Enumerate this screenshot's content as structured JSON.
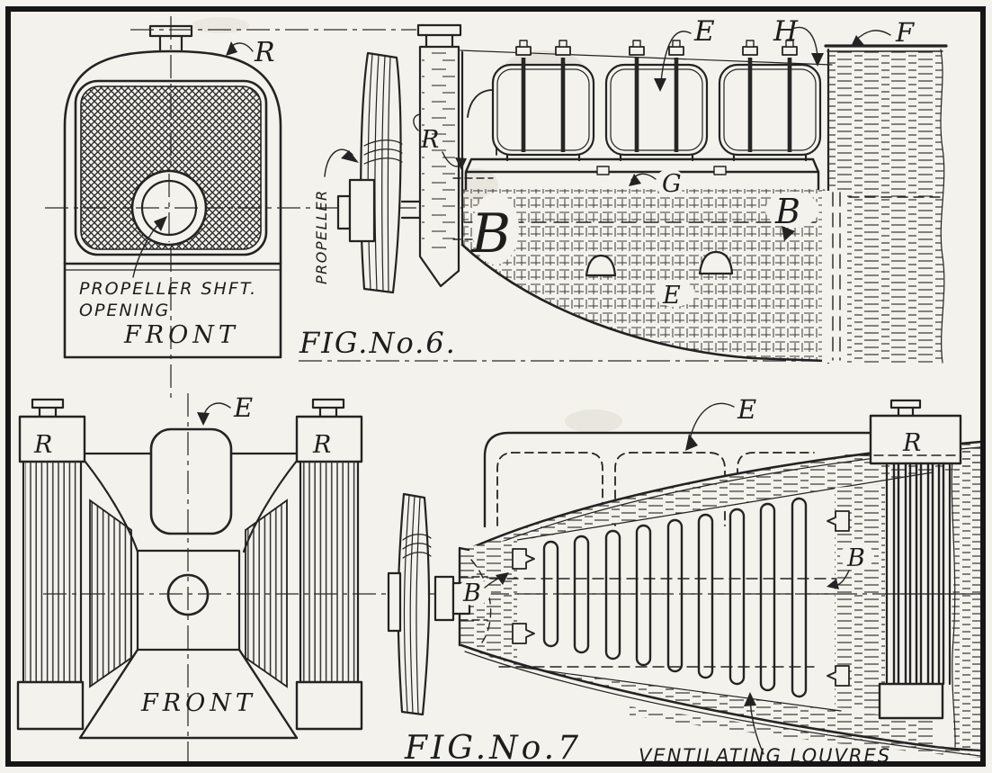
{
  "colors": {
    "paper": "#f3f2ec",
    "ink": "#232323"
  },
  "figure6": {
    "caption": "FIG.No.6.",
    "front_view": {
      "radiator_label": "R",
      "note_line1": "PROPELLER SHFT.",
      "note_line2": "OPENING",
      "view_name": "FRONT"
    },
    "side_view": {
      "propeller_label": "PROPELLER",
      "radiator_label": "R",
      "engine_label": "E",
      "bulkhead_label": "H",
      "fuselage_label": "F",
      "crankcase_label": "G",
      "cowl_label_left": "B",
      "cowl_label_right": "B",
      "hidden_engine_label": "E"
    }
  },
  "figure7": {
    "caption": "FIG.No.7",
    "front_view": {
      "engine_label": "E",
      "left_radiator_label": "R",
      "right_radiator_label": "R",
      "view_name": "FRONT"
    },
    "plan_view": {
      "engine_label": "E",
      "nose_label": "B",
      "side_label": "B",
      "radiator_label": "R",
      "louvres_note": "VENTILATING LOUVRES"
    }
  }
}
